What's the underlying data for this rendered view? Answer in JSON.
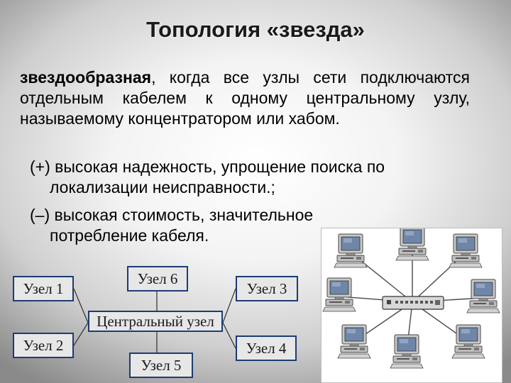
{
  "title": "Топология «звезда»",
  "definition": {
    "term": "звездообразная",
    "text": ", когда все узлы сети подключаются отдельным кабелем к одному центральному узлу, называемому концентратором или хабом."
  },
  "pros": "(+) высокая надежность, упрощение поиска по локализации неисправности.;",
  "cons": "(–) высокая стоимость, значительное потребление кабеля.",
  "diagram": {
    "center": "Центральный узел",
    "nodes": [
      "Узел 1",
      "Узел 2",
      "Узел 3",
      "Узел 4",
      "Узел 5",
      "Узел 6"
    ]
  },
  "colors": {
    "node_border": "#1e3b73",
    "node_fill": "#e7e7e7",
    "line": "#3a3a3a"
  },
  "picture": {
    "icon": "computer-icon",
    "hub_icon": "hub-icon",
    "computer_count": 8
  }
}
